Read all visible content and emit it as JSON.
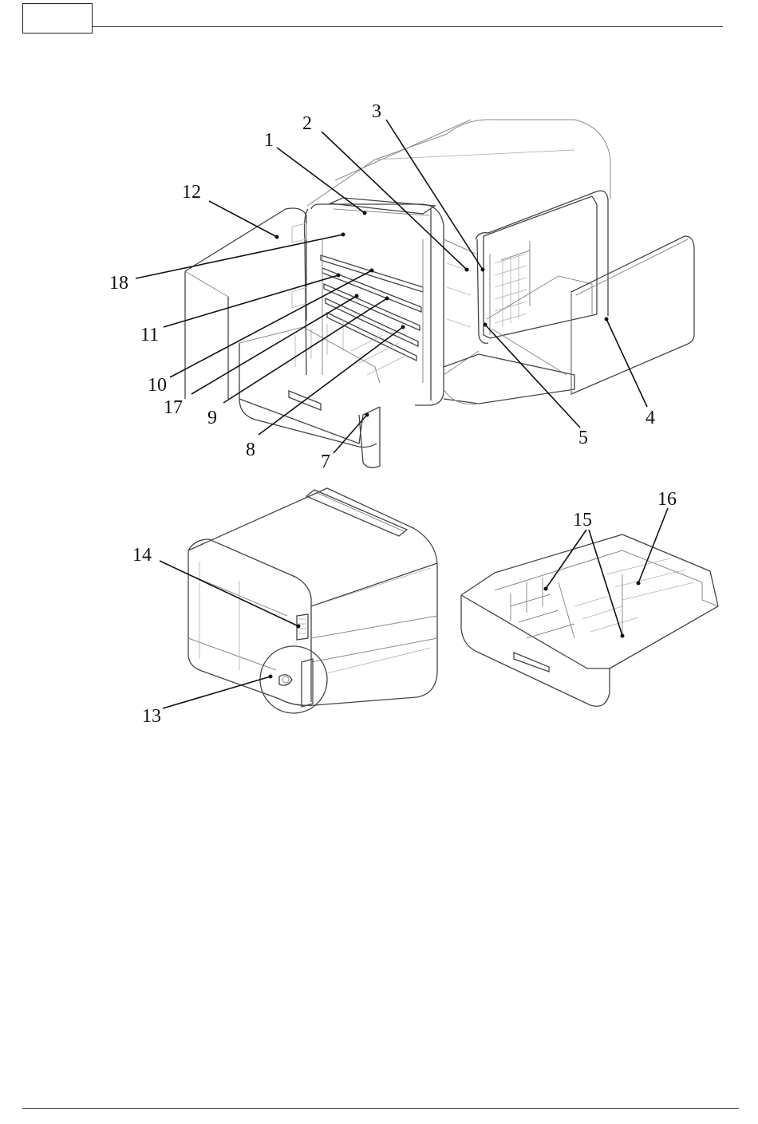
{
  "header": {
    "page_box_text": ""
  },
  "figure": {
    "callouts": [
      {
        "id": "c1",
        "label": "1"
      },
      {
        "id": "c2",
        "label": "2"
      },
      {
        "id": "c3",
        "label": "3"
      },
      {
        "id": "c4",
        "label": "4"
      },
      {
        "id": "c5",
        "label": "5"
      },
      {
        "id": "c7",
        "label": "7"
      },
      {
        "id": "c8",
        "label": "8"
      },
      {
        "id": "c9",
        "label": "9"
      },
      {
        "id": "c10",
        "label": "10"
      },
      {
        "id": "c11",
        "label": "11"
      },
      {
        "id": "c12",
        "label": "12"
      },
      {
        "id": "c13",
        "label": "13"
      },
      {
        "id": "c14",
        "label": "14"
      },
      {
        "id": "c15",
        "label": "15"
      },
      {
        "id": "c16",
        "label": "16"
      },
      {
        "id": "c17",
        "label": "17"
      },
      {
        "id": "c18",
        "label": "18"
      }
    ]
  }
}
